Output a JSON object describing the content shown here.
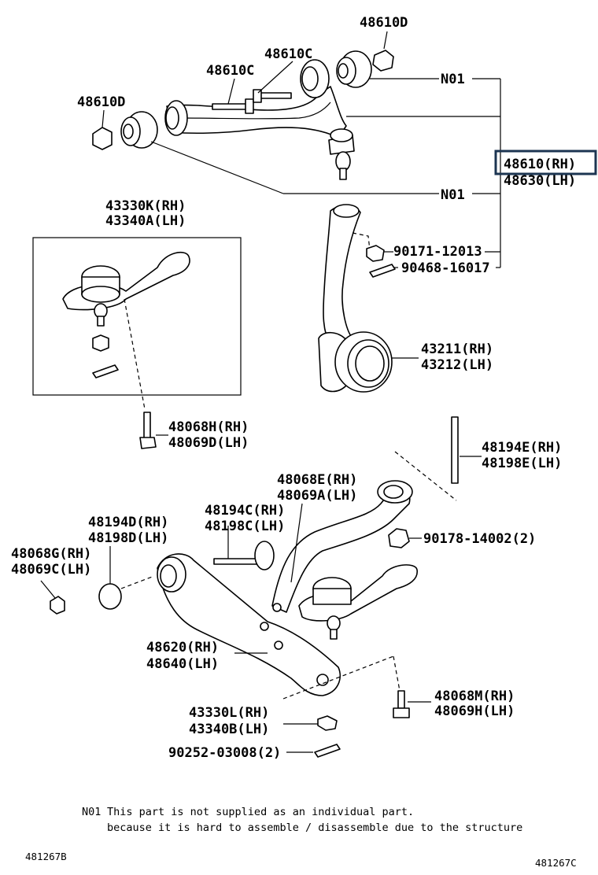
{
  "parts": {
    "p48610D_top": "48610D",
    "p48610C": "48610C",
    "p48610C2": "48610C",
    "p48610D_left": "48610D",
    "n01_top": "N01",
    "n01_mid": "N01",
    "p48610_rh": "48610(RH)",
    "p48630_lh": "48630(LH)",
    "p43330K_rh": "43330K(RH)",
    "p43340A_lh": "43340A(LH)",
    "p90171": "90171-12013",
    "p90468": "90468-16017",
    "p43211_rh": "43211(RH)",
    "p43212_lh": "43212(LH)",
    "p48068H_rh": "48068H(RH)",
    "p48069D_lh": "48069D(LH)",
    "p48194E_rh": "48194E(RH)",
    "p48198E_lh": "48198E(LH)",
    "p48068E_rh": "48068E(RH)",
    "p48069A_lh": "48069A(LH)",
    "p48194C_rh": "48194C(RH)",
    "p48198C_lh": "48198C(LH)",
    "p48194D_rh": "48194D(RH)",
    "p48198D_lh": "48198D(LH)",
    "p90178": "90178-14002(2)",
    "p48068G_rh": "48068G(RH)",
    "p48069C_lh": "48069C(LH)",
    "p48620_rh": "48620(RH)",
    "p48640_lh": "48640(LH)",
    "p43330L_rh": "43330L(RH)",
    "p43340B_lh": "43340B(LH)",
    "p48068M_rh": "48068M(RH)",
    "p48069H_lh": "48069H(LH)",
    "p90252": "90252-03008(2)"
  },
  "footnote": {
    "marker": "N01",
    "line1": "This part is not supplied as an individual part.",
    "line2": "because it is hard to assemble / disassemble due to the structure"
  },
  "codes": {
    "left": "481267B",
    "right": "481267C"
  },
  "colors": {
    "highlight_box": "#1c3552"
  }
}
